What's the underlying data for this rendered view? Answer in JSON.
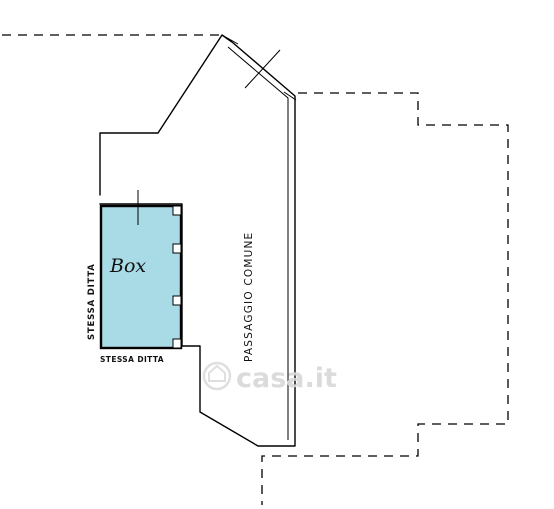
{
  "labels": {
    "box": "Box",
    "passage": "PASSAGGIO COMUNE",
    "side_owner": "STESSA DITTA",
    "bottom_owner": "STESSA DITTA"
  },
  "watermark": {
    "text": "casa.it"
  },
  "colors": {
    "box_fill": "#a8dbe6",
    "line": "#000000",
    "watermark": "#d8d8d8"
  }
}
